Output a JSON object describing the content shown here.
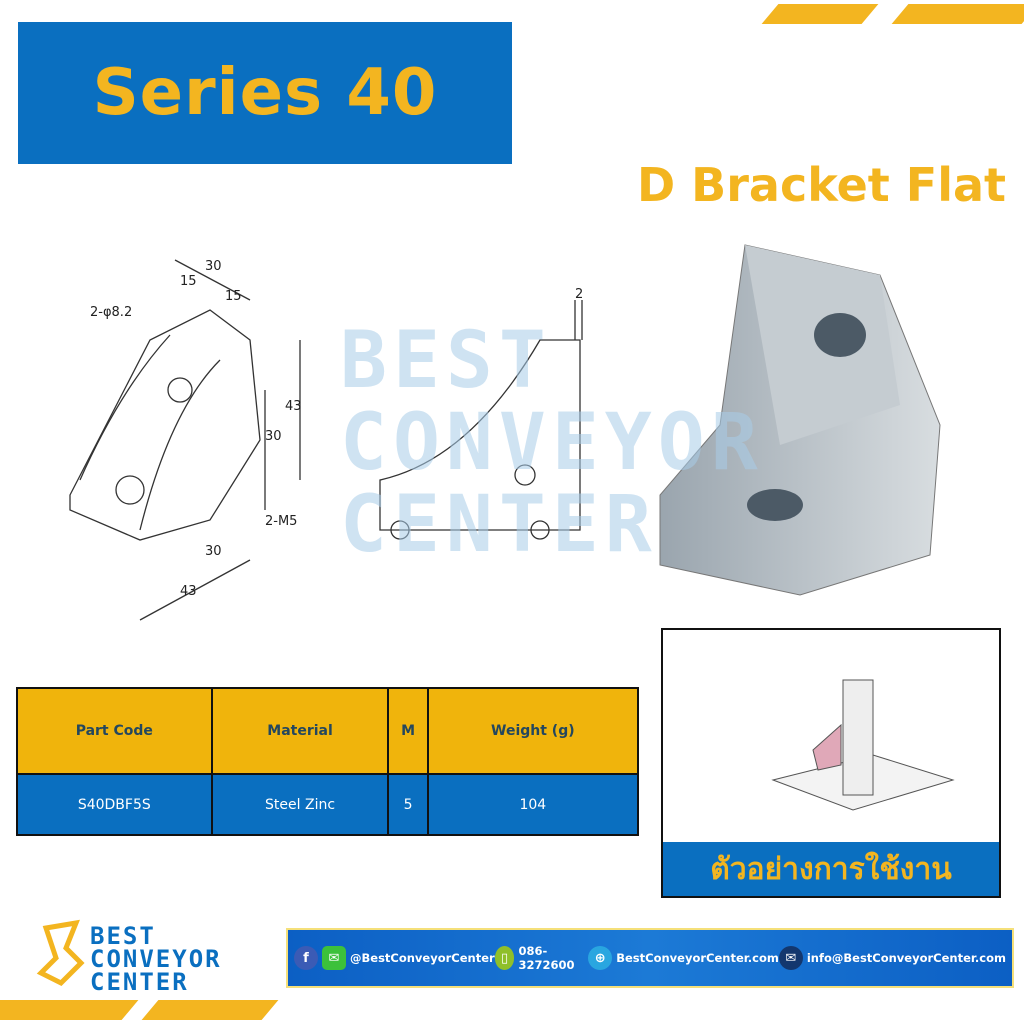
{
  "header": {
    "title": "Series 40",
    "subtitle": "D Bracket Flat"
  },
  "drawing": {
    "labels": [
      "30",
      "15",
      "15",
      "2-φ8.2",
      "43",
      "30",
      "2-M5",
      "30",
      "43",
      "2"
    ]
  },
  "watermark": {
    "lines": [
      "BEST",
      "CONVEYOR",
      "CENTER"
    ]
  },
  "table": {
    "headers": [
      "Part Code",
      "Material",
      "M",
      "Weight (g)"
    ],
    "rows": [
      [
        "S40DBF5S",
        "Steel Zinc",
        "5",
        "104"
      ]
    ]
  },
  "usage": {
    "label": "ตัวอย่างการใช้งาน"
  },
  "logo": {
    "lines": [
      "BEST",
      "CONVEYOR",
      "CENTER"
    ]
  },
  "footer": {
    "social": "@BestConveyorCenter",
    "phone": "086-3272600",
    "website": "BestConveyorCenter.com",
    "email": "info@BestConveyorCenter.com"
  },
  "colors": {
    "brand_blue": "#0a6fc0",
    "brand_yellow": "#f3b520"
  }
}
